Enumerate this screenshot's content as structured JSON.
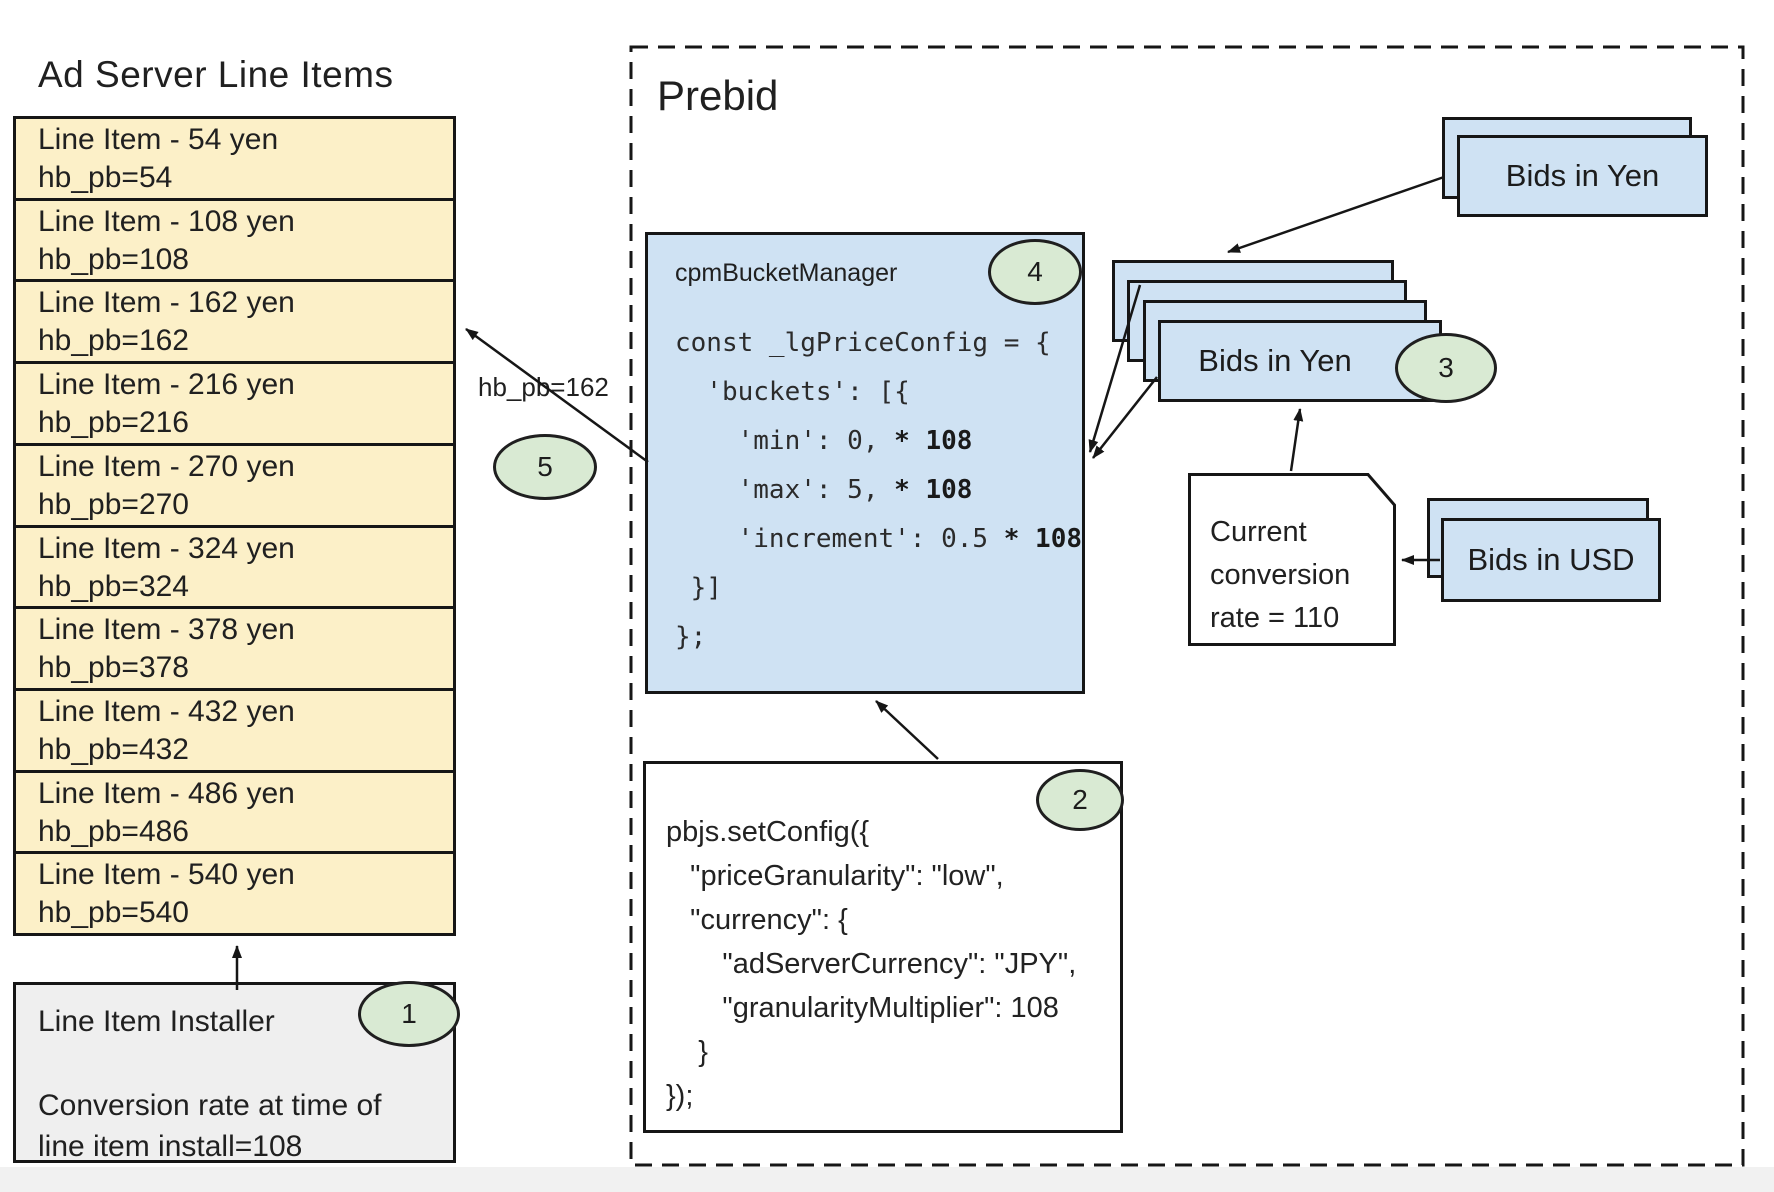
{
  "left_panel": {
    "title": "Ad Server Line Items",
    "line_items": [
      {
        "title": "Line Item - 54 yen",
        "hb": "hb_pb=54"
      },
      {
        "title": "Line Item - 108 yen",
        "hb": "hb_pb=108"
      },
      {
        "title": "Line Item - 162 yen",
        "hb": "hb_pb=162"
      },
      {
        "title": "Line Item - 216 yen",
        "hb": "hb_pb=216"
      },
      {
        "title": "Line Item - 270 yen",
        "hb": "hb_pb=270"
      },
      {
        "title": "Line Item - 324 yen",
        "hb": "hb_pb=324"
      },
      {
        "title": "Line Item - 378 yen",
        "hb": "hb_pb=378"
      },
      {
        "title": "Line Item - 432 yen",
        "hb": "hb_pb=432"
      },
      {
        "title": "Line Item - 486 yen",
        "hb": "hb_pb=486"
      },
      {
        "title": "Line Item - 540 yen",
        "hb": "hb_pb=540"
      }
    ],
    "installer": {
      "title": "Line Item Installer",
      "badge": "1",
      "body": "Conversion rate at time of\nline item install=108"
    }
  },
  "prebid": {
    "label": "Prebid",
    "bucket_manager": {
      "title": "cpmBucketManager",
      "badge": "4",
      "code": [
        {
          "pre": "const _lgPriceConfig = {",
          "mult": ""
        },
        {
          "pre": "  'buckets': [{",
          "mult": ""
        },
        {
          "pre": "    'min': 0, ",
          "mult": "* 108"
        },
        {
          "pre": "    'max': 5, ",
          "mult": "* 108"
        },
        {
          "pre": "    'increment': 0.5 ",
          "mult": "* 108"
        },
        {
          "pre": " }]",
          "mult": ""
        },
        {
          "pre": "};",
          "mult": ""
        }
      ]
    },
    "set_config": {
      "badge": "2",
      "code": [
        "pbjs.setConfig({",
        "   \"priceGranularity\": \"low\",",
        "   \"currency\": {",
        "       \"adServerCurrency\": \"JPY\",",
        "       \"granularityMultiplier\": 108",
        "    }",
        "});"
      ]
    },
    "bids_in_yen_top": "Bids in Yen",
    "bids_in_yen_stack": {
      "label": "Bids in Yen",
      "badge": "3"
    },
    "conversion_note": "Current\nconversion\nrate = 110",
    "bids_in_usd": "Bids in USD",
    "hb_arrow_label": "hb_pb=162",
    "badge5": "5"
  },
  "colors": {
    "line_item_fill": "#fcf0c8",
    "card_fill": "#cfe2f3",
    "badge_fill": "#d9ead3",
    "installer_fill": "#efefef",
    "border": "#161616"
  }
}
